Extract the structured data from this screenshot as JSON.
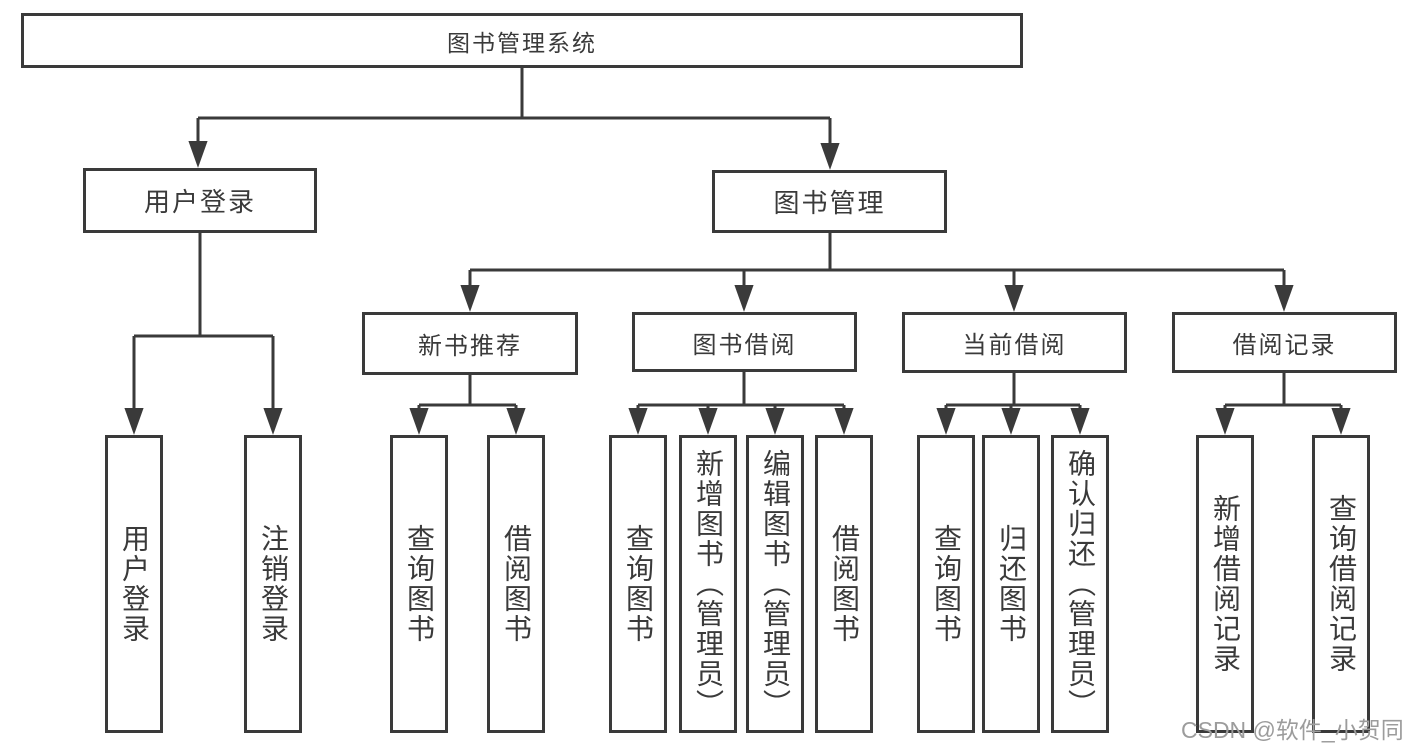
{
  "diagram_title": "图书管理系统",
  "nodes": {
    "root": {
      "label": "图书管理系统"
    },
    "level2": [
      {
        "label": "用户登录"
      },
      {
        "label": "图书管理"
      }
    ],
    "level3": [
      {
        "label": "新书推荐"
      },
      {
        "label": "图书借阅"
      },
      {
        "label": "当前借阅"
      },
      {
        "label": "借阅记录"
      }
    ],
    "leaves_login": [
      {
        "label": "用户登录"
      },
      {
        "label": "注销登录"
      }
    ],
    "leaves_recommend": [
      {
        "label": "查询图书"
      },
      {
        "label": "借阅图书"
      }
    ],
    "leaves_borrow": [
      {
        "label": "查询图书"
      },
      {
        "label": "新增图书（管理员）"
      },
      {
        "label": "编辑图书（管理员）"
      },
      {
        "label": "借阅图书"
      }
    ],
    "leaves_current": [
      {
        "label": "查询图书"
      },
      {
        "label": "归还图书"
      },
      {
        "label": "确认归还（管理员）"
      }
    ],
    "leaves_records": [
      {
        "label": "新增借阅记录"
      },
      {
        "label": "查询借阅记录"
      }
    ]
  },
  "watermark": {
    "text": "CSDN @软件_小贺同学"
  },
  "colors": {
    "line": "#3a3a3a",
    "box_border": "#3a3a3a",
    "box_background": "#ffffff",
    "text": "#3a3a3a",
    "watermark": "#9c9c9c"
  }
}
